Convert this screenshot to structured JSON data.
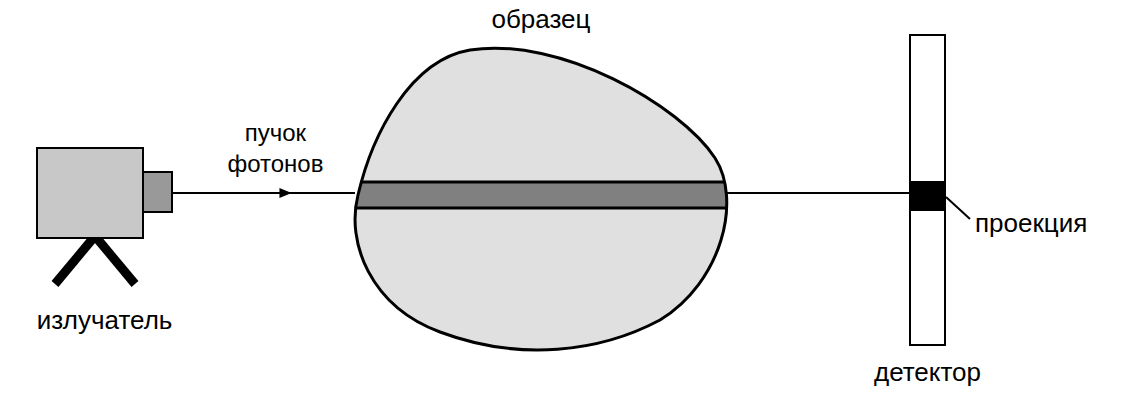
{
  "diagram": {
    "nodes": [
      {
        "text": [
          "излучатель"
        ]
      },
      {
        "text": [
          "образец"
        ]
      },
      {
        "text": [
          "детектор"
        ]
      }
    ],
    "edges": [
      {
        "from": 0,
        "to": 1,
        "arrow": "to",
        "label": "пучок фотонов"
      },
      {
        "from": 1,
        "to": 2,
        "arrow": "none"
      }
    ],
    "labels": [
      "проекция"
    ]
  }
}
